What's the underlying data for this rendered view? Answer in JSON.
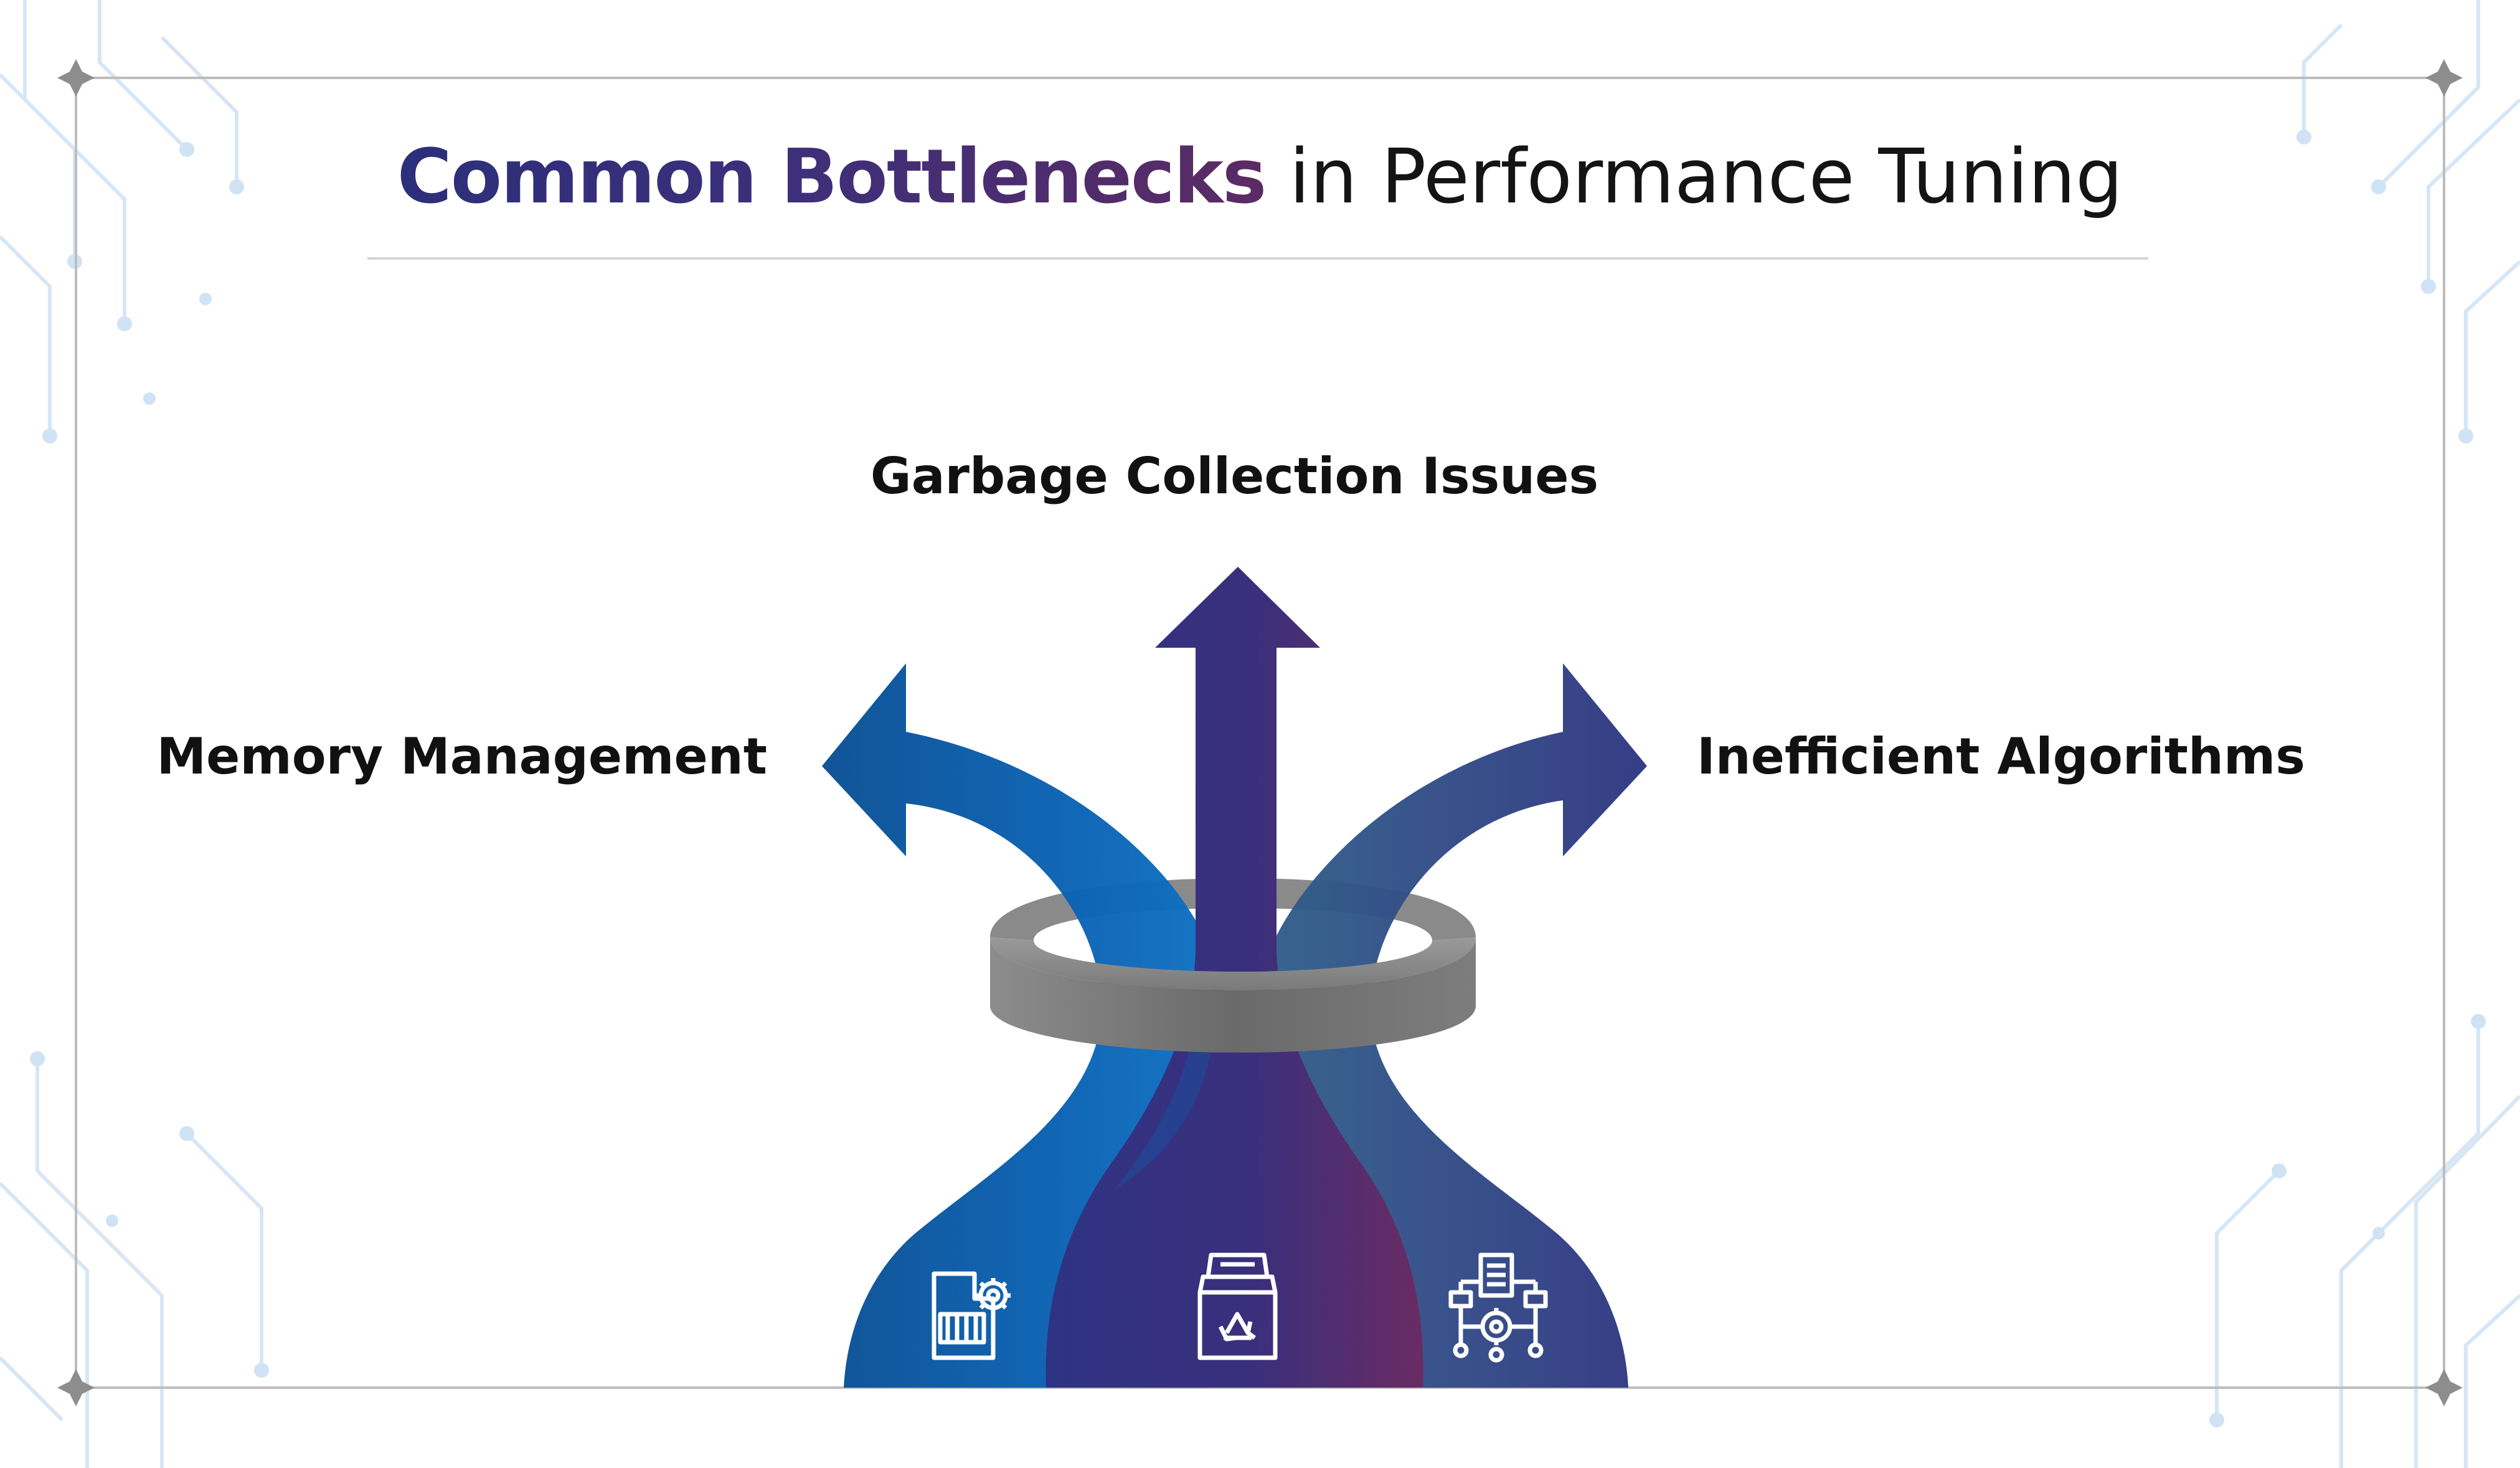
{
  "title": {
    "highlight": "Common Bottlenecks",
    "rest": " in Performance Tuning"
  },
  "arrows": [
    {
      "label": "Memory Management",
      "direction": "left",
      "icon": "memory-card-gear-icon",
      "color": "#0b5ea8"
    },
    {
      "label": "Garbage Collection Issues",
      "direction": "up",
      "icon": "recycle-bin-icon",
      "color": "#3a2f7e"
    },
    {
      "label": "Inefficient Algorithms",
      "direction": "right",
      "icon": "algorithm-flowchart-gear-icon",
      "color": "#2f3a82"
    }
  ],
  "colors": {
    "title_gradient_start": "#2c2f7a",
    "title_gradient_end": "#5b2b63",
    "ring": "#8a8a8a",
    "frame": "#bdbdbd",
    "circuit_decoration": "#cfe3f5"
  }
}
